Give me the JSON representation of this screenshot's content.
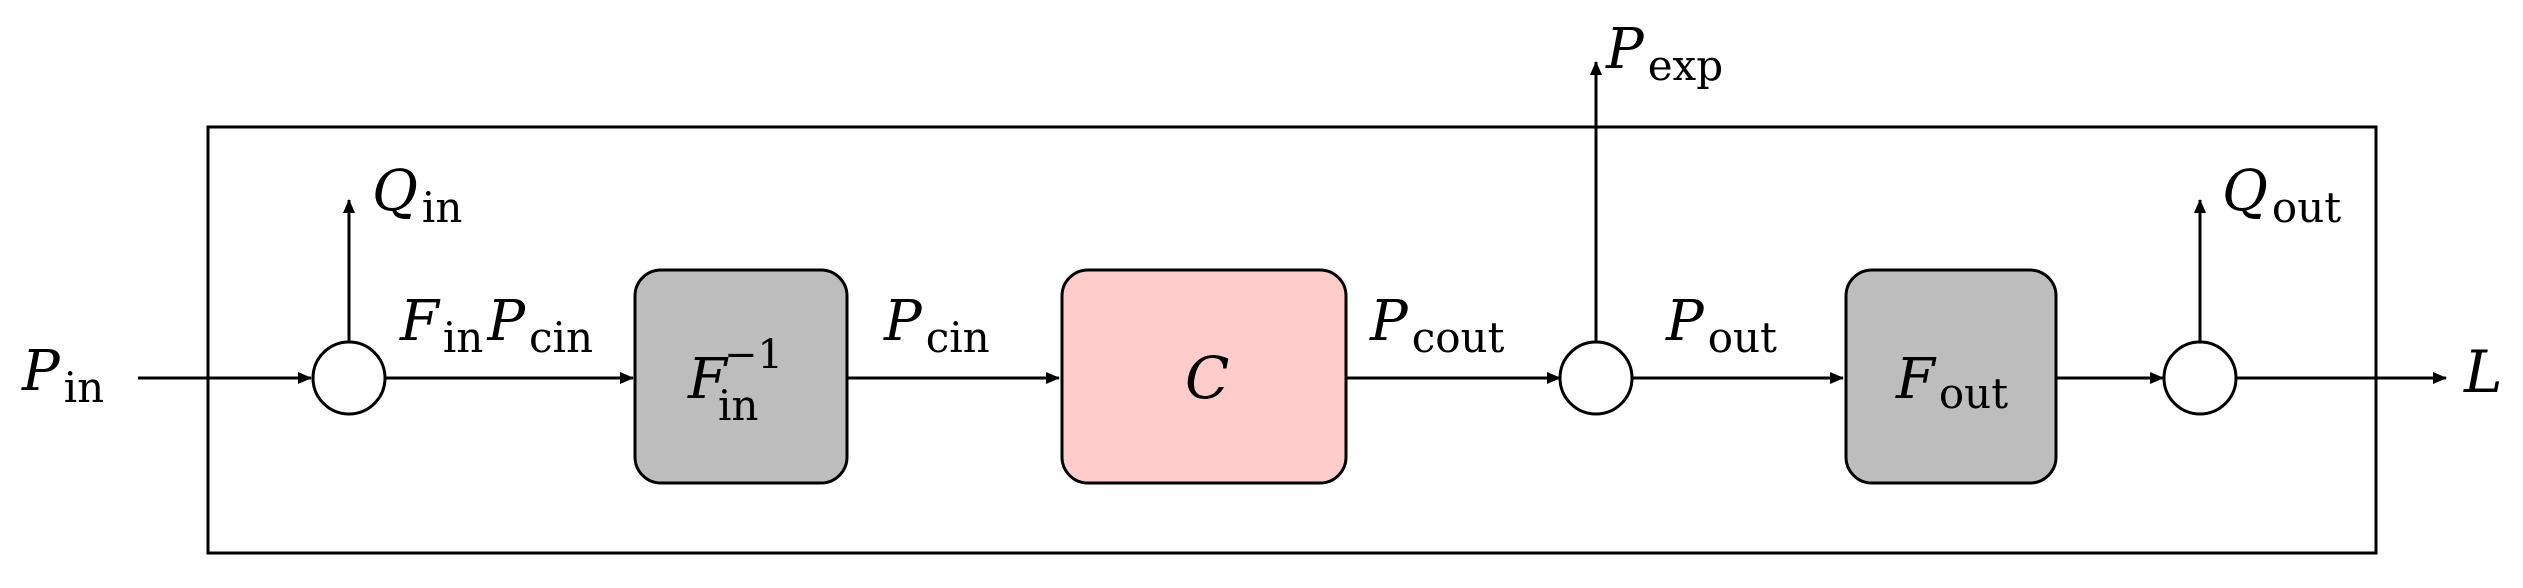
{
  "colors": {
    "gray_block": "#bdbdbd",
    "pink_block": "#ffcccc",
    "line": "#000000"
  },
  "labels": {
    "p_in": {
      "main": "P",
      "sub": "in"
    },
    "q_in": {
      "main": "Q",
      "sub": "in"
    },
    "f_in_p_cin": {
      "main1": "F",
      "sub1": "in",
      "main2": "P",
      "sub2": "cin"
    },
    "p_cin": {
      "main": "P",
      "sub": "cin"
    },
    "p_cout": {
      "main": "P",
      "sub": "cout"
    },
    "p_exp": {
      "main": "P",
      "sub": "exp"
    },
    "p_out": {
      "main": "P",
      "sub": "out"
    },
    "q_out": {
      "main": "Q",
      "sub": "out"
    },
    "l_output": {
      "main": "L"
    }
  },
  "blocks": {
    "f_in_inverse": {
      "main": "F",
      "sub": "in",
      "sup": "−1"
    },
    "c_block": {
      "main": "C"
    },
    "f_out": {
      "main": "F",
      "sub": "out"
    }
  }
}
